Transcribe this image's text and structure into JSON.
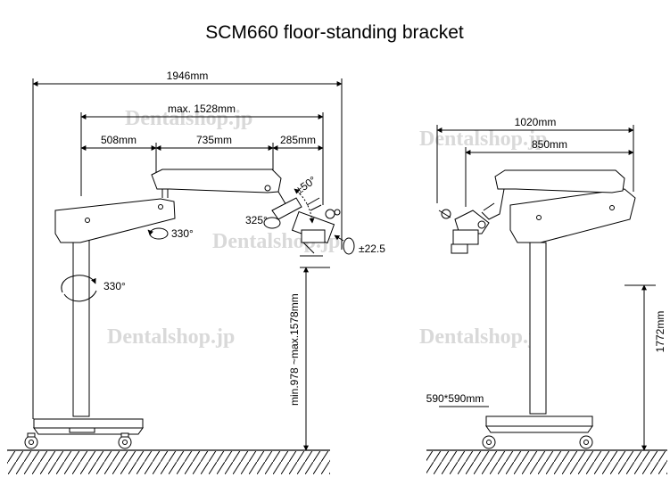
{
  "title": "SCM660 floor-standing bracket",
  "watermark": "Dentalshop.jp",
  "left_view": {
    "overall_width": "1946mm",
    "max_reach": "max. 1528mm",
    "segment_1": "508mm",
    "segment_2": "735mm",
    "segment_3": "285mm",
    "tilt": "±50°",
    "rotate_head": "325°",
    "rotate_arm": "330°",
    "rotate_column": "330°",
    "head_tilt": "±22.5",
    "height_range": "min.978 ~max.1578mm"
  },
  "right_view": {
    "reach": "1020mm",
    "arm": "850mm",
    "height": "1772mm",
    "base": "590*590mm"
  },
  "colors": {
    "line": "#000000",
    "body": "#ffffff",
    "watermark": "#d9d9d9"
  }
}
